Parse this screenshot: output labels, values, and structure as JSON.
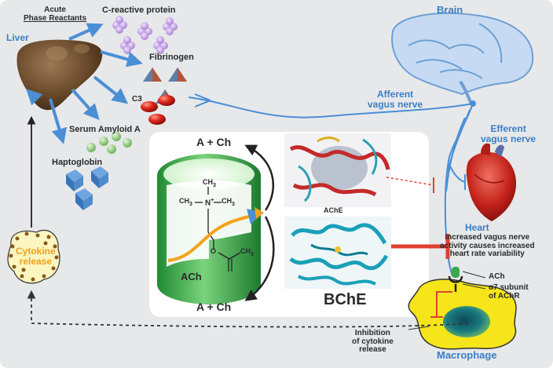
{
  "acute_phase": {
    "heading_line1": "Acute",
    "heading_line2": "Phase Reactants",
    "liver": "Liver",
    "crp": "C-reactive protein",
    "fibrinogen": "Fibrinogen",
    "c3": "C3",
    "saa": "Serum Amyloid A",
    "haptoglobin": "Haptoglobin"
  },
  "nervous": {
    "brain": "Brain",
    "afferent_line1": "Afferent",
    "afferent_line2": "vagus nerve",
    "efferent_line1": "Efferent",
    "efferent_line2": "vagus nerve"
  },
  "heart": {
    "title": "Heart",
    "desc_line1": "Increased vagus nerve",
    "desc_line2": "activity causes increased",
    "desc_line3": "heart rate variability"
  },
  "receptor": {
    "ach": "ACh",
    "subunit_line1": "α7 subunit",
    "subunit_line2": "of AChR"
  },
  "macrophage": {
    "title": "Macrophage",
    "inhibition_line1": "Inhibition",
    "inhibition_line2": "of cytokine",
    "inhibition_line3": "release"
  },
  "cytokine": {
    "line1": "Cytokine",
    "line2": "release"
  },
  "inset": {
    "top_products": "A + Ch",
    "bottom_products": "A + Ch",
    "ach_label": "ACh",
    "ache_label": "AChE",
    "bche_label": "BChE",
    "methyl_left": "CH",
    "methyl_top": "CH",
    "methyl_right": "CH",
    "nitrogen": "N",
    "charge": "+",
    "oxygen": "O",
    "acetyl_methyl": "CH",
    "sub3": "3"
  },
  "colors": {
    "arrow_blue": "#4a8fd6",
    "liver_brown": "#6a4a2a",
    "cylinder_green": "#3aa84a",
    "bche_teal": "#1aa0b8",
    "macrophage_yellow": "#f5e51a",
    "inhibit_red": "#e04030"
  }
}
